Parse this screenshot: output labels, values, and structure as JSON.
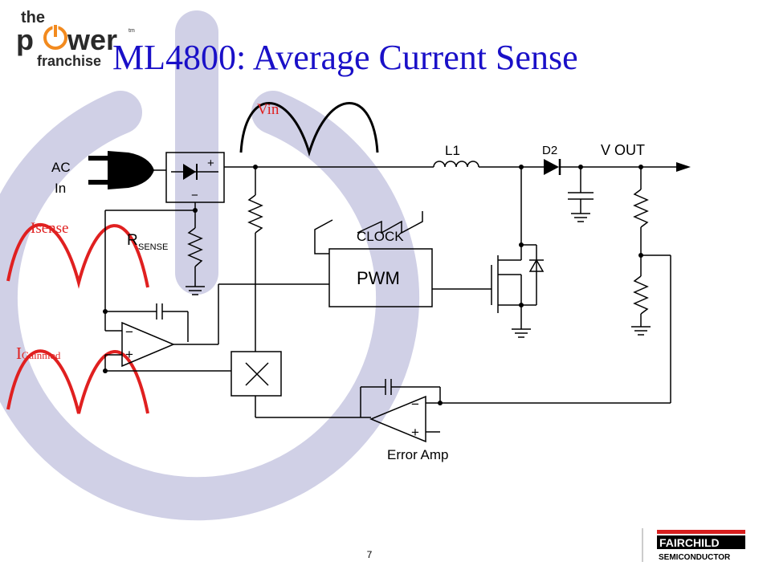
{
  "slide": {
    "title": "ML4800: Average Current Sense",
    "page_number": "7"
  },
  "logo": {
    "line1": "the",
    "line2_a": "p",
    "line2_b": "wer",
    "line3": "franchise",
    "tm": "tm"
  },
  "waves": {
    "vin_label": "Vin",
    "isense_label": "Isense",
    "igain_label_main": "I",
    "igain_label_sub": "Gainmod"
  },
  "circuit": {
    "ac_line1": "AC",
    "ac_line2": "In",
    "rect_plus": "+",
    "rect_minus": "−",
    "l1": "L1",
    "d2": "D2",
    "vout": "V OUT",
    "rsense_r": "R",
    "rsense_sub": "SENSE",
    "clock": "CLOCK",
    "pwm": "PWM",
    "op_minus": "−",
    "op_plus": "+",
    "err_minus": "−",
    "err_plus": "+",
    "error_amp": "Error Amp"
  },
  "footer": {
    "brand_top": "FAIRCHILD",
    "brand_bottom": "SEMICONDUCTOR"
  },
  "colors": {
    "title": "#1a10c8",
    "wave": "#e02020",
    "watermark": "#d0d0e6",
    "logo_orange": "#f28a1e"
  }
}
